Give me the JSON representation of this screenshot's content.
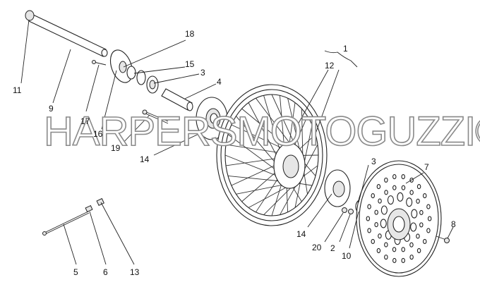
{
  "watermark": "HARPERSMOTOGUZZI©",
  "callouts": [
    {
      "id": "c1",
      "text": "1"
    },
    {
      "id": "c2",
      "text": "2"
    },
    {
      "id": "c3a",
      "text": "3"
    },
    {
      "id": "c3b",
      "text": "3"
    },
    {
      "id": "c4",
      "text": "4"
    },
    {
      "id": "c5",
      "text": "5"
    },
    {
      "id": "c6",
      "text": "6"
    },
    {
      "id": "c7",
      "text": "7"
    },
    {
      "id": "c8",
      "text": "8"
    },
    {
      "id": "c9",
      "text": "9"
    },
    {
      "id": "c10",
      "text": "10"
    },
    {
      "id": "c11",
      "text": "11"
    },
    {
      "id": "c12",
      "text": "12"
    },
    {
      "id": "c13",
      "text": "13"
    },
    {
      "id": "c14a",
      "text": "14"
    },
    {
      "id": "c14b",
      "text": "14"
    },
    {
      "id": "c15",
      "text": "15"
    },
    {
      "id": "c16",
      "text": "16"
    },
    {
      "id": "c17",
      "text": "17"
    },
    {
      "id": "c18",
      "text": "18"
    },
    {
      "id": "c19",
      "text": "19"
    },
    {
      "id": "c20",
      "text": "20"
    }
  ]
}
